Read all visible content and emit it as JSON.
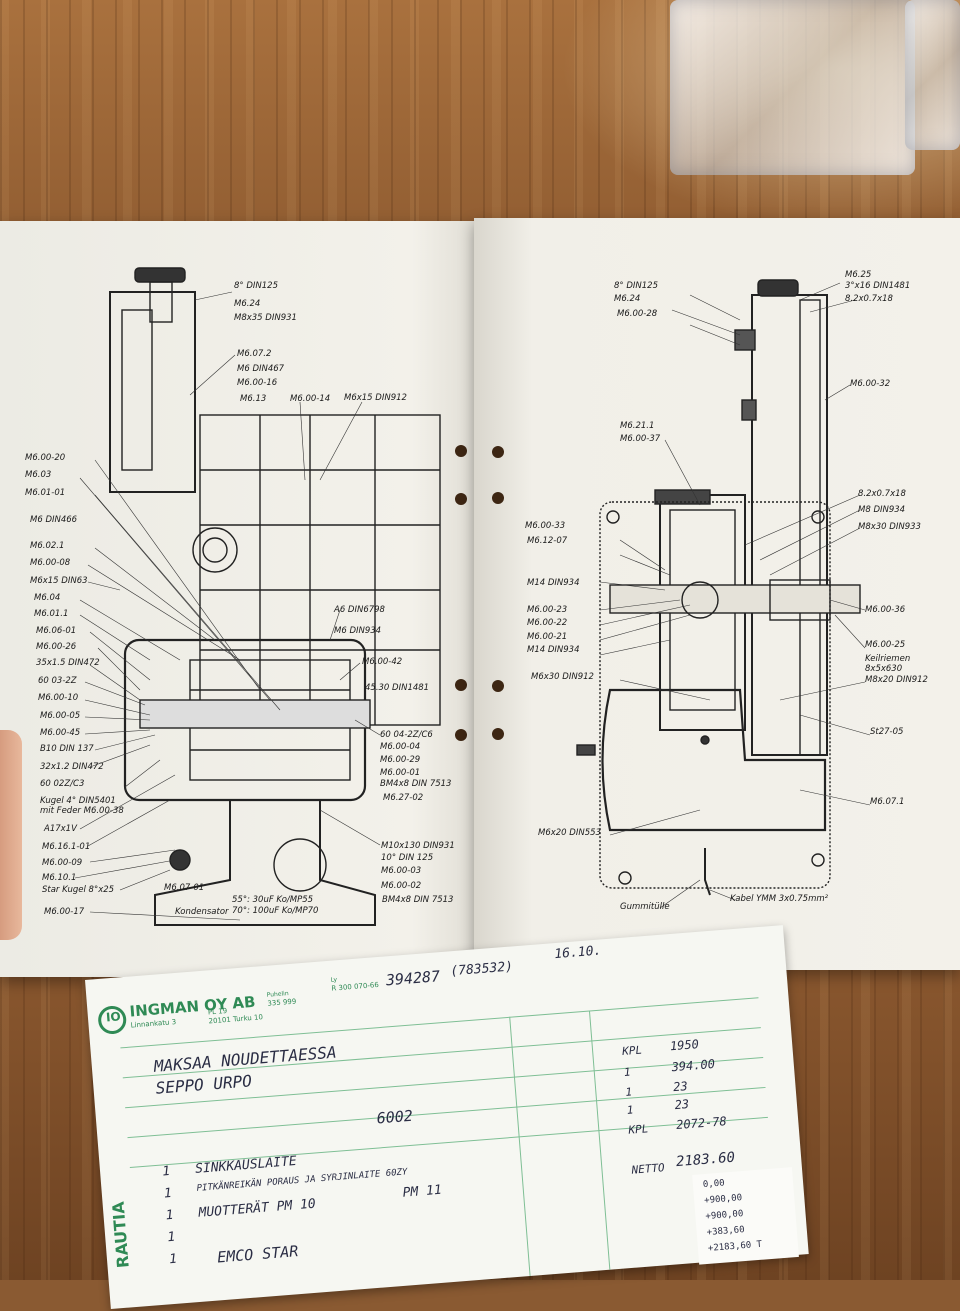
{
  "left_page_labels": [
    {
      "id": "l1",
      "text": "8° DIN125"
    },
    {
      "id": "l2",
      "text": "M6.24"
    },
    {
      "id": "l3",
      "text": "M8x35 DIN931"
    },
    {
      "id": "l4",
      "text": "M6.07.2"
    },
    {
      "id": "l5",
      "text": "M6 DIN467"
    },
    {
      "id": "l6",
      "text": "M6.00-16"
    },
    {
      "id": "l7",
      "text": "M6.13"
    },
    {
      "id": "l8",
      "text": "M6.00-14"
    },
    {
      "id": "l9",
      "text": "M6x15 DIN912"
    },
    {
      "id": "l10",
      "text": "M6.00-20"
    },
    {
      "id": "l11",
      "text": "M6.03"
    },
    {
      "id": "l12",
      "text": "M6.01-01"
    },
    {
      "id": "l13",
      "text": "M6 DIN466"
    },
    {
      "id": "l14",
      "text": "M6.02.1"
    },
    {
      "id": "l15",
      "text": "M6.00-08"
    },
    {
      "id": "l16",
      "text": "M6x15 DIN63"
    },
    {
      "id": "l17",
      "text": "M6.04"
    },
    {
      "id": "l18",
      "text": "M6.01.1"
    },
    {
      "id": "l19",
      "text": "M6.06-01"
    },
    {
      "id": "l20",
      "text": "M6.00-26"
    },
    {
      "id": "l21",
      "text": "35x1.5 DIN472"
    },
    {
      "id": "l22",
      "text": "60 03-2Z"
    },
    {
      "id": "l23",
      "text": "M6.00-10"
    },
    {
      "id": "l24",
      "text": "M6.00-05"
    },
    {
      "id": "l25",
      "text": "M6.00-45"
    },
    {
      "id": "l26",
      "text": "B10 DIN 137"
    },
    {
      "id": "l27",
      "text": "32x1.2 DIN472"
    },
    {
      "id": "l28",
      "text": "60 02Z/C3"
    },
    {
      "id": "l29",
      "text": "Kugel 4° DIN5401"
    },
    {
      "id": "l30",
      "text": "mit Feder M6.00-38"
    },
    {
      "id": "l31",
      "text": "A17x1V"
    },
    {
      "id": "l32",
      "text": "M6.16.1-01"
    },
    {
      "id": "l33",
      "text": "M6.00-09"
    },
    {
      "id": "l34",
      "text": "M6.10.1"
    },
    {
      "id": "l35",
      "text": "Star Kugel 8°x25"
    },
    {
      "id": "l36",
      "text": "M6.07-01"
    },
    {
      "id": "l37",
      "text": "M6.00-17"
    },
    {
      "id": "l38",
      "text": "A6 DIN6798"
    },
    {
      "id": "l39",
      "text": "M6 DIN934"
    },
    {
      "id": "l40",
      "text": "M6.00-42"
    },
    {
      "id": "l41",
      "text": "45.30 DIN1481"
    },
    {
      "id": "l42",
      "text": "60 04-2Z/C6"
    },
    {
      "id": "l43",
      "text": "M6.00-04"
    },
    {
      "id": "l44",
      "text": "M6.00-29"
    },
    {
      "id": "l45",
      "text": "M6.00-01"
    },
    {
      "id": "l46",
      "text": "BM4x8 DIN 7513"
    },
    {
      "id": "l47",
      "text": "M6.27-02"
    },
    {
      "id": "l48",
      "text": "M10x130 DIN931"
    },
    {
      "id": "l49",
      "text": "10° DIN 125"
    },
    {
      "id": "l50",
      "text": "M6.00-03"
    },
    {
      "id": "l51",
      "text": "M6.00-02"
    },
    {
      "id": "l52",
      "text": "BM4x8 DIN 7513"
    },
    {
      "id": "l53",
      "text": "55°: 30uF Ko/MP55"
    },
    {
      "id": "l54",
      "text": "70°: 100uF Ko/MP70"
    },
    {
      "id": "l55",
      "text": "Kondensator"
    }
  ],
  "right_page_labels": [
    {
      "id": "r1",
      "text": "8° DIN125"
    },
    {
      "id": "r2",
      "text": "M6.24"
    },
    {
      "id": "r3",
      "text": "M6.00-28"
    },
    {
      "id": "r4",
      "text": "M6.25"
    },
    {
      "id": "r5",
      "text": "3°x16 DIN1481"
    },
    {
      "id": "r6",
      "text": "8.2x0.7x18"
    },
    {
      "id": "r7",
      "text": "M6.00-32"
    },
    {
      "id": "r8",
      "text": "M6.21.1"
    },
    {
      "id": "r9",
      "text": "M6.00-37"
    },
    {
      "id": "r10",
      "text": "8.2x0.7x18"
    },
    {
      "id": "r11",
      "text": "M8 DIN934"
    },
    {
      "id": "r12",
      "text": "M8x30 DIN933"
    },
    {
      "id": "r13",
      "text": "M6.00-33"
    },
    {
      "id": "r14",
      "text": "M6.12-07"
    },
    {
      "id": "r15",
      "text": "M14 DIN934"
    },
    {
      "id": "r16",
      "text": "M6.00-23"
    },
    {
      "id": "r17",
      "text": "M6.00-22"
    },
    {
      "id": "r18",
      "text": "M6.00-21"
    },
    {
      "id": "r19",
      "text": "M14 DIN934"
    },
    {
      "id": "r20",
      "text": "M6.00-36"
    },
    {
      "id": "r21",
      "text": "M6.00-25"
    },
    {
      "id": "r22",
      "text": "Keilriemen"
    },
    {
      "id": "r23",
      "text": "8x5x630"
    },
    {
      "id": "r24",
      "text": "M6x30 DIN912"
    },
    {
      "id": "r25",
      "text": "M8x20 DIN912"
    },
    {
      "id": "r26",
      "text": "St27-05"
    },
    {
      "id": "r27",
      "text": "M6.07.1"
    },
    {
      "id": "r28",
      "text": "M6x20 DIN553"
    },
    {
      "id": "r29",
      "text": "Gummitülle"
    },
    {
      "id": "r30",
      "text": "Kabel YMM 3x0.75mm²"
    }
  ],
  "receipt": {
    "company": "INGMAN OY AB",
    "address": "Linnankatu 3",
    "postbox": "PL 19",
    "postcode": "20101 Turku 10",
    "phone_label": "Puhelin",
    "phone": "335 999",
    "ly_label": "Ly",
    "ly": "R 300 070-66",
    "order_no": "394287",
    "order_ref": "(783532)",
    "date": "16.10.",
    "header_note": "MAKSAA NOUDETTAESSA",
    "customer": "SEPPO URPO",
    "code": "6002",
    "lines": [
      {
        "desc": "SINKKAUSLAITE",
        "qty": "1",
        "unit": "KPL",
        "price": "1950"
      },
      {
        "desc": "PITKÄNREIKÄN PORAUS JA SYRJINLAITE 60ZY",
        "qty": "1",
        "unit": "1",
        "price": "394.00"
      },
      {
        "desc": "MUOTTERÄT   PM 10",
        "qty": "1",
        "unit": "1",
        "price": "23"
      },
      {
        "desc": "PM 11",
        "qty": "1",
        "unit": "1",
        "price": "23"
      },
      {
        "desc": "EMCO STAR",
        "qty": "1",
        "unit": "KPL",
        "price": "2072-78"
      }
    ],
    "net_label": "NETTO",
    "net": "2183.60",
    "tape": [
      "0,00",
      "+900,00",
      "+900,00",
      "+383,60",
      "+2183,60 T"
    ],
    "brand": "RAUTIA",
    "stamp_letters": "IO"
  }
}
